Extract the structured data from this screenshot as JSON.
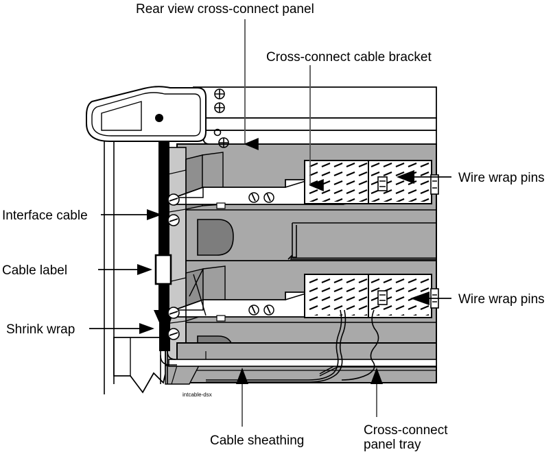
{
  "figure": {
    "caption_code": "intcable-dsx",
    "colors": {
      "outline": "#000000",
      "body_gray": "#a9a9a9",
      "light_gray": "#c8c8c8",
      "dark_gray": "#7d7d7d",
      "white": "#ffffff",
      "cable_black": "#000000",
      "leader_line": "#555555"
    }
  },
  "labels": {
    "top": [
      {
        "id": "rear-view-cross-connect-panel",
        "text": "Rear view cross-connect panel"
      },
      {
        "id": "cross-connect-cable-bracket",
        "text": "Cross-connect cable bracket"
      }
    ],
    "left": [
      {
        "id": "interface-cable",
        "text": "Interface cable"
      },
      {
        "id": "cable-label",
        "text": "Cable label"
      },
      {
        "id": "shrink-wrap",
        "text": "Shrink wrap"
      }
    ],
    "right": [
      {
        "id": "wire-wrap-pins-upper",
        "text": "Wire wrap pins"
      },
      {
        "id": "wire-wrap-pins-lower",
        "text": "Wire wrap pins"
      }
    ],
    "bottom": [
      {
        "id": "cable-sheathing",
        "text": "Cable sheathing"
      },
      {
        "id": "cross-connect-panel-tray-line1",
        "text": "Cross-connect"
      },
      {
        "id": "cross-connect-panel-tray-line2",
        "text": "panel tray"
      }
    ]
  },
  "parts": {
    "handle": "cable management handle",
    "top_rail": "cross-connect panel top rail",
    "upper_shelf": "upper cross-connect cable bracket",
    "lower_shelf": "lower cross-connect cable bracket",
    "pin_blocks": "wire wrap pin field blocks",
    "tray": "cross-connect panel tray",
    "cable": "interface cable",
    "sheathing": "cable sheathing run"
  }
}
